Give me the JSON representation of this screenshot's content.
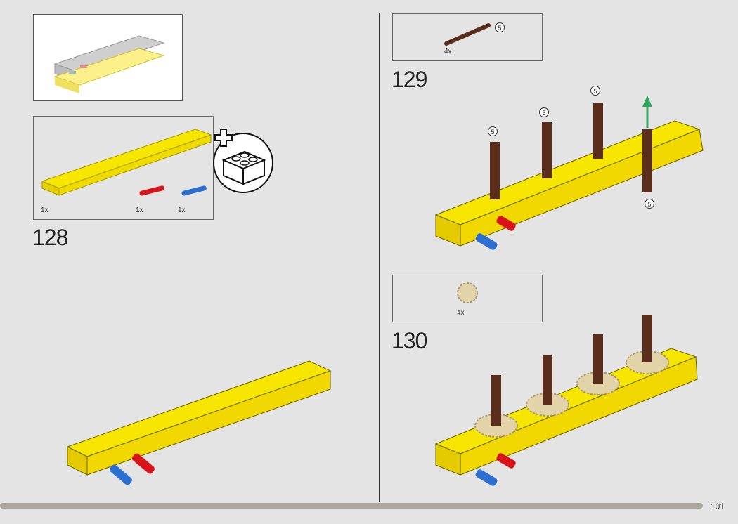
{
  "page_number": "101",
  "steps": [
    {
      "number": "128",
      "parts": [
        {
          "qty": "1x",
          "name": "yellow-beam"
        },
        {
          "qty": "1x",
          "name": "red-pin"
        },
        {
          "qty": "1x",
          "name": "blue-pin"
        }
      ]
    },
    {
      "number": "129",
      "parts": [
        {
          "qty": "4x",
          "name": "brown-axle",
          "length": "5"
        }
      ],
      "callouts": [
        "5",
        "5",
        "5",
        "5"
      ]
    },
    {
      "number": "130",
      "parts": [
        {
          "qty": "4x",
          "name": "tan-gear"
        }
      ]
    }
  ],
  "colors": {
    "beam": "#f5e000",
    "red": "#d8141a",
    "blue": "#2a6fd1",
    "axle": "#5a2e1a",
    "gear": "#e3d3a8",
    "arrow": "#2fa85c"
  }
}
